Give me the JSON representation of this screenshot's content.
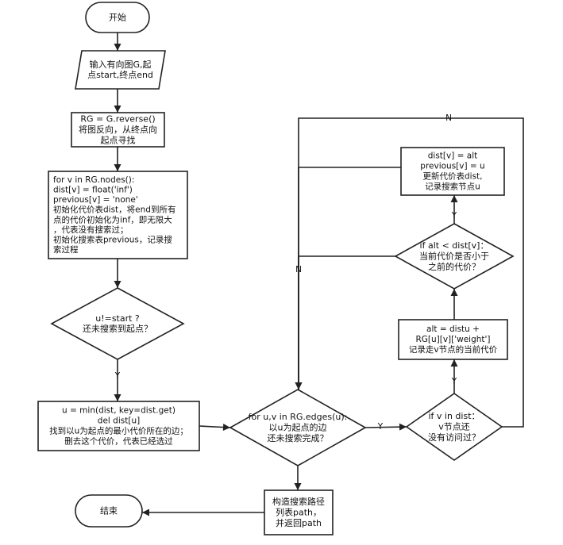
{
  "flowchart": {
    "nodes": {
      "start": {
        "lines": [
          "开始"
        ]
      },
      "input": {
        "lines": [
          "输入有向图G,起",
          "点start,终点end"
        ]
      },
      "reverse": {
        "lines": [
          "RG = G.reverse()",
          "将图反向，从终点向",
          "起点寻找"
        ]
      },
      "init": {
        "lines": [
          "for v in RG.nodes():",
          "dist[v] = float('inf')",
          "previous[v] = 'none'",
          "初始化代价表dist，将end到所有",
          "点的代价初始化为inf，即无限大",
          "，代表没有搜索过；",
          "初始化搜索表previous，记录搜",
          "索过程"
        ]
      },
      "check_start": {
        "lines": [
          "u!=start ?",
          "还未搜索到起点？"
        ]
      },
      "pick_min": {
        "lines": [
          "u = min(dist, key=dist.get)",
          "del dist[u]",
          "找到以u为起点的最小代价所在的边；",
          "删去这个代价，代表已经选过"
        ]
      },
      "edge_loop": {
        "lines": [
          "for u,v in RG.edges(u):",
          "以u为起点的边",
          "还未搜索完成？"
        ]
      },
      "in_dist": {
        "lines": [
          "if v in dist：",
          "v节点还",
          "没有访问过？"
        ]
      },
      "alt_calc": {
        "lines": [
          "alt = distu +",
          "RG[u][v]['weight']",
          "记录走v节点的当前代价"
        ]
      },
      "alt_check": {
        "lines": [
          "if alt < dist[v]：",
          "当前代价是否小于",
          "之前的代价？"
        ]
      },
      "update": {
        "lines": [
          "dist[v] = alt",
          "previous[v] = u",
          "更新代价表dist,",
          "记录搜索节点u"
        ]
      },
      "build_path": {
        "lines": [
          "构造搜索路径",
          "列表path，",
          "并返回path"
        ]
      },
      "end": {
        "lines": [
          "结束"
        ]
      }
    },
    "edge_labels": {
      "check_yes": "Y",
      "loop_yes": "Y",
      "in_dist_yes": "Y",
      "in_dist_no": "N",
      "alt_yes": "Y",
      "alt_no": "N"
    }
  }
}
